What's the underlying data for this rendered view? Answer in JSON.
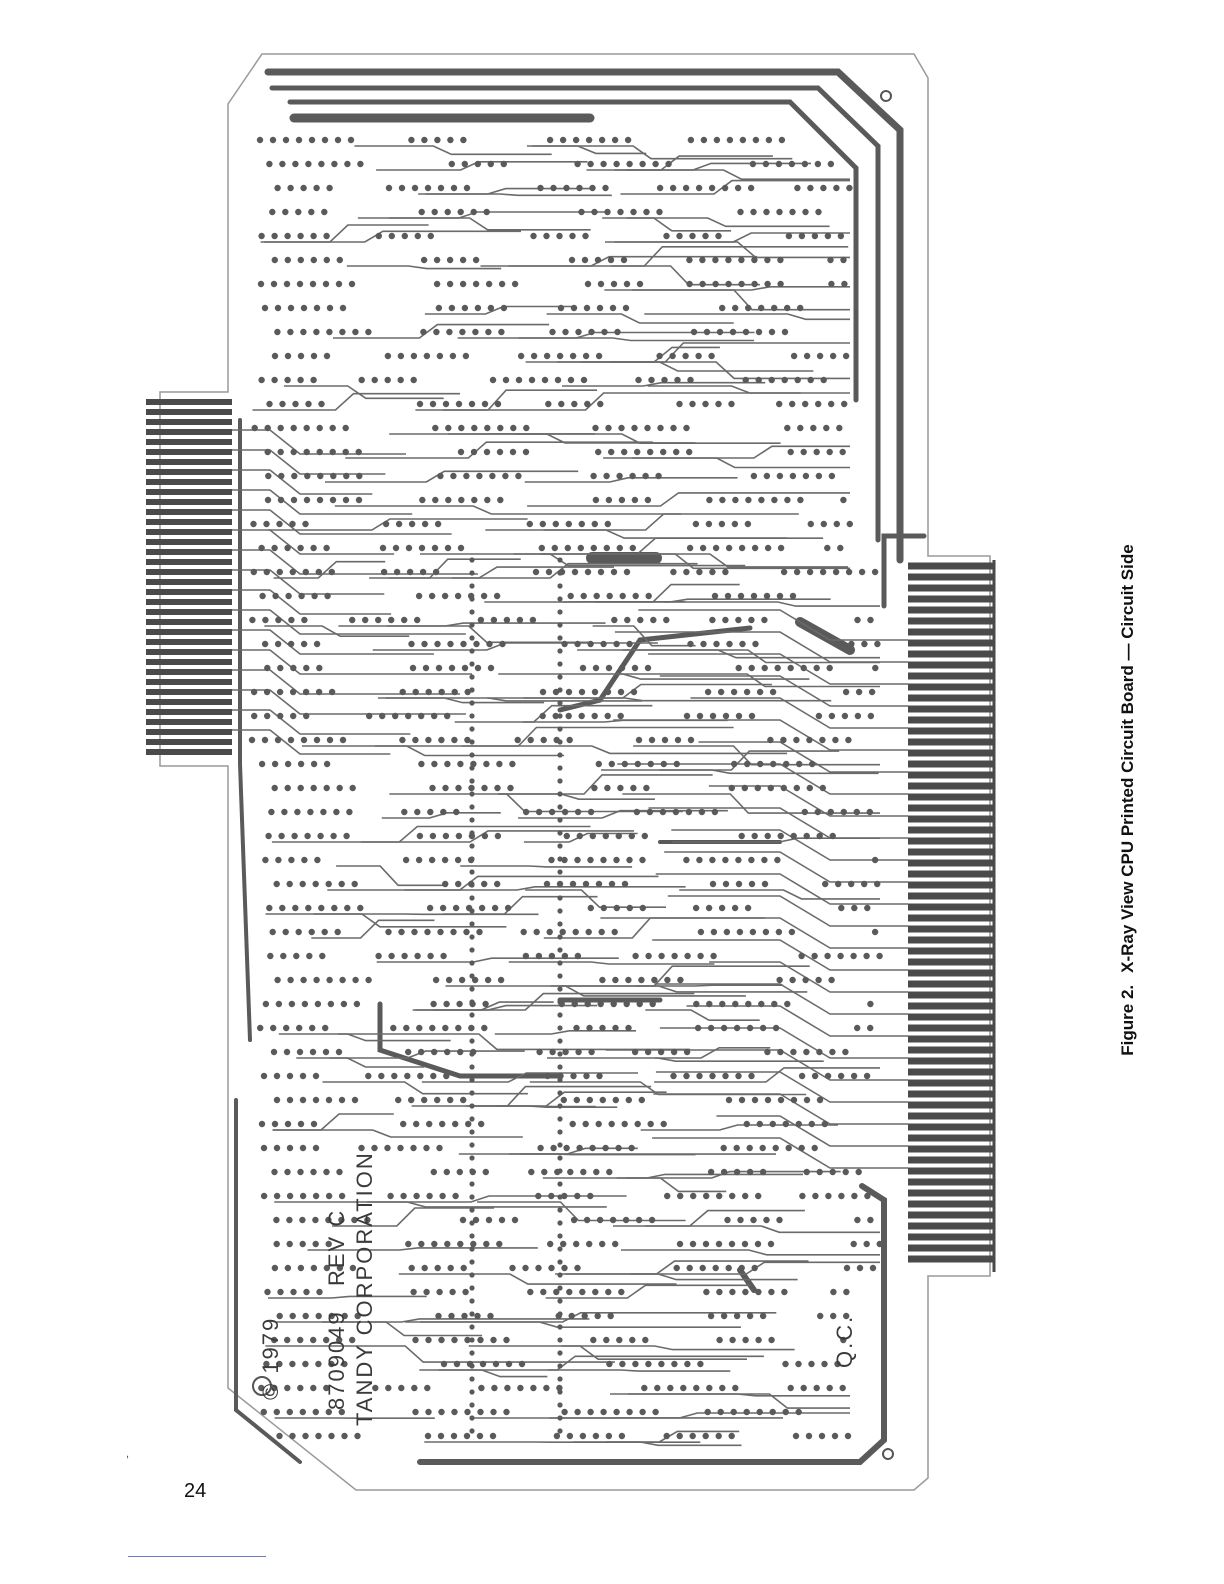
{
  "figure": {
    "label": "Figure 2.",
    "title": "X-Ray View CPU Printed Circuit Board  — Circuit Side"
  },
  "page_number": "24",
  "board_markings": {
    "copyright": "© 1979",
    "part_number": "8709049",
    "revision": "REV C",
    "manufacturer": "TANDY CORPORATION",
    "inspection": "Q.C."
  },
  "colors": {
    "trace": "#5a5a5a",
    "outline": "#9a9a9a",
    "ink": "#111111"
  }
}
